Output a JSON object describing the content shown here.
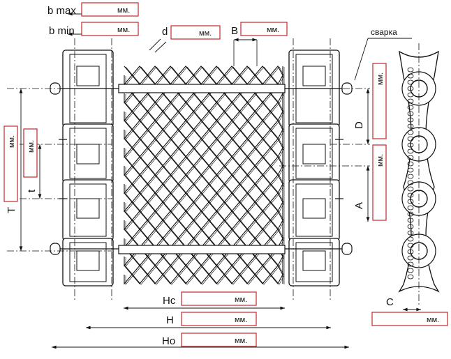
{
  "unit": "мм.",
  "labels": {
    "b_max": "b max",
    "b_min": "b min",
    "d": "d",
    "B": "B",
    "weld": "сварка",
    "D": "D",
    "A": "A",
    "T": "T",
    "t": "t",
    "Hc": "Hc",
    "H": "H",
    "Ho": "Ho",
    "C": "C"
  },
  "fields": {
    "b_max": "",
    "b_min": "",
    "d": "",
    "B": "",
    "D": "",
    "A": "",
    "T": "",
    "t": "",
    "Hc": "",
    "H": "",
    "Ho": "",
    "C": ""
  },
  "colors": {
    "line": "#111111",
    "field_border": "#c0272d"
  }
}
